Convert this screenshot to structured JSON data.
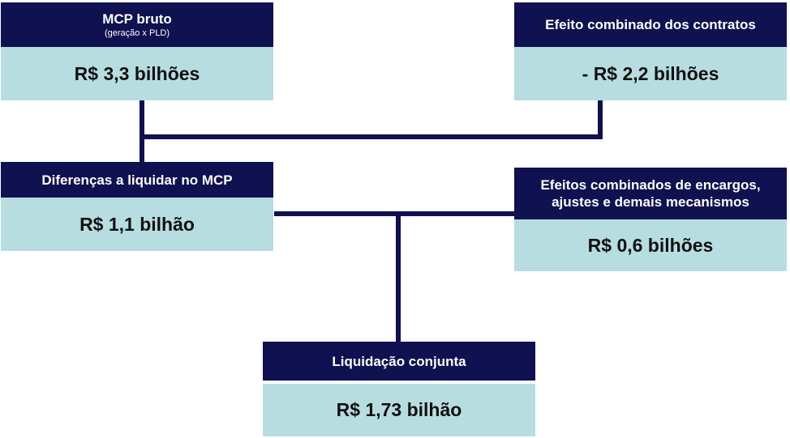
{
  "colors": {
    "header_bg": "#0f1150",
    "value_bg": "#b7dde1",
    "connector": "#0f1150"
  },
  "boxes": {
    "mcp_bruto": {
      "title": "MCP bruto",
      "subtitle": "(geração x PLD)",
      "value": "R$ 3,3 bilhões"
    },
    "efeito_contratos": {
      "title": "Efeito combinado dos contratos",
      "value": "- R$ 2,2 bilhões"
    },
    "diferencas": {
      "title": "Diferenças a liquidar no MCP",
      "value": "R$ 1,1 bilhão"
    },
    "efeitos_encargos": {
      "title_line1": "Efeitos combinados de encargos,",
      "title_line2": "ajustes e demais mecanismos",
      "value": "R$ 0,6 bilhões"
    },
    "liquidacao": {
      "title": "Liquidação conjunta",
      "value": "R$ 1,73 bilhão"
    }
  }
}
